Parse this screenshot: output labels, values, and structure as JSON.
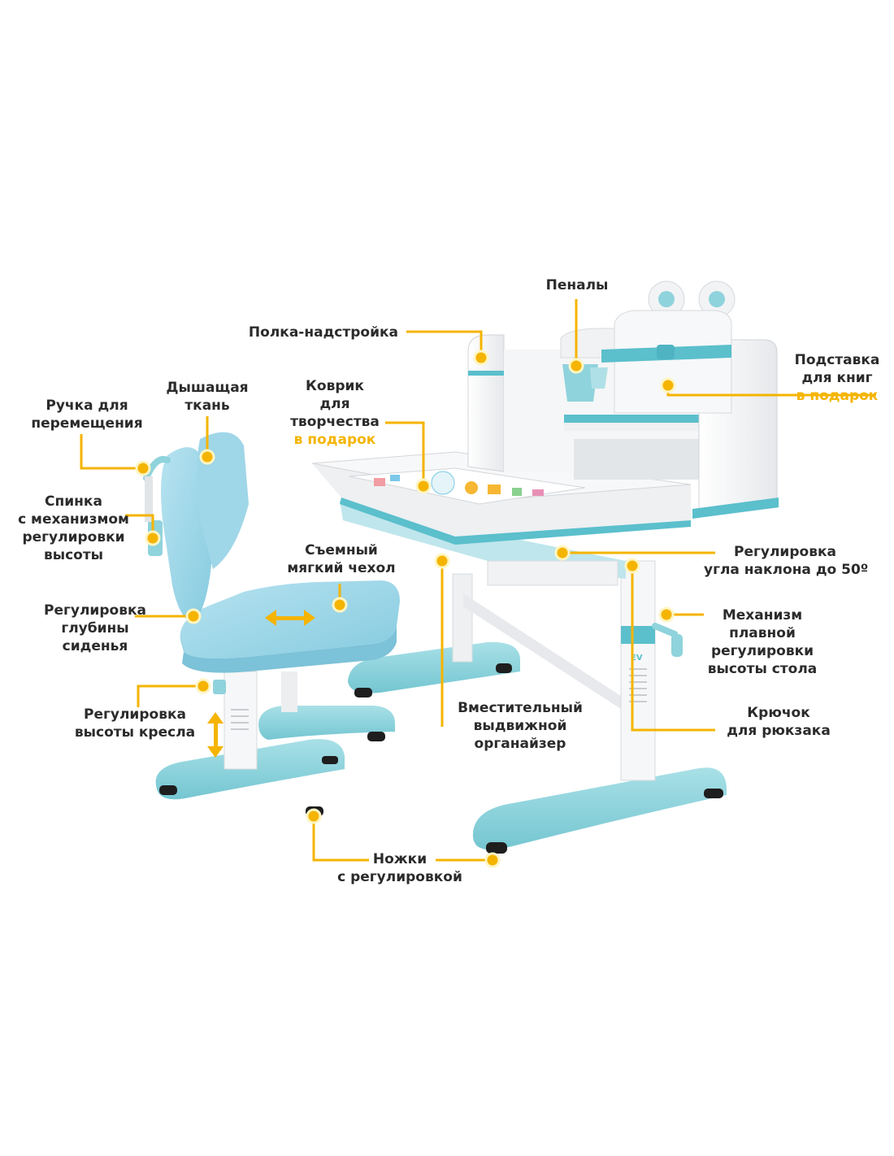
{
  "colors": {
    "accent": "#f5b400",
    "product": "#8fd3dc",
    "product_dark": "#5bbfcc",
    "white_panel": "#f1f2f4",
    "text": "#2b2b2b"
  },
  "labels": {
    "pencil_cases": [
      "Пеналы"
    ],
    "shelf": [
      "Полка-надстройка"
    ],
    "book_stand": [
      "Подставка",
      "для книг"
    ],
    "book_stand_gift": "в подарок",
    "mat": [
      "Коврик",
      "для",
      "творчества"
    ],
    "mat_gift": "в подарок",
    "breathable_fabric": [
      "Дышащая",
      "ткань"
    ],
    "carry_handle": [
      "Ручка для",
      "перемещения"
    ],
    "backrest": [
      "Спинка",
      "с механизмом",
      "регулировки",
      "высоты"
    ],
    "removable_cover": [
      "Съемный",
      "мягкий чехол"
    ],
    "tilt": [
      "Регулировка",
      "угла наклона до 50º"
    ],
    "seat_depth": [
      "Регулировка",
      "глубины",
      "сиденья"
    ],
    "height_mechanism": [
      "Механизм",
      "плавной",
      "регулировки",
      "высоты стола"
    ],
    "organizer": [
      "Вместительный",
      "выдвижной",
      "органайзер"
    ],
    "hook": [
      "Крючок",
      "для рюкзака"
    ],
    "chair_height": [
      "Регулировка",
      "высоты кресла"
    ],
    "feet": [
      "Ножки",
      "с регулировкой"
    ]
  },
  "decor": {
    "brand_on_column": "EV"
  }
}
